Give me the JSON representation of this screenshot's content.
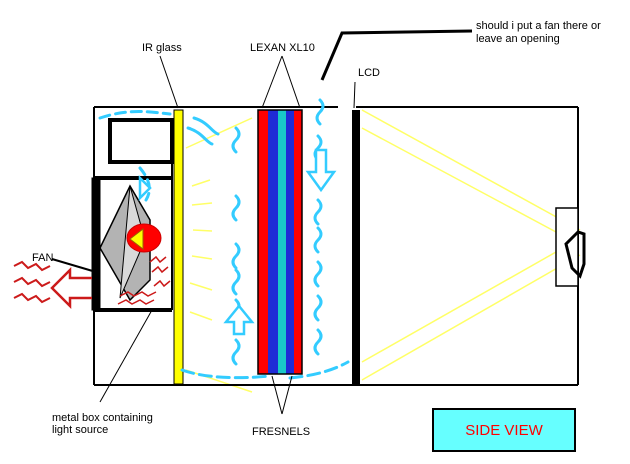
{
  "labels": {
    "fan_question_line1": "should i put a fan there or",
    "fan_question_line2": "leave an opening",
    "ir_glass": "IR glass",
    "lexan": "LEXAN XL10",
    "lcd": "LCD",
    "fan": "FAN",
    "metal_box_line1": "metal box containing",
    "metal_box_line2": "light source",
    "fresnels": "FRESNELS",
    "side_view": "SIDE VIEW"
  },
  "colors": {
    "outline": "#000000",
    "ir_glass": "#ffff00",
    "lexan_red": "#ff0000",
    "lexan_blue": "#1f2bd6",
    "lexan_cyan": "#19c8c8",
    "airflow": "#33ccff",
    "heat": "#cc1a1a",
    "light_rays": "#ffff66",
    "reflector": "#b3b3b3",
    "bulb": "#ff0000",
    "side_view_bg": "#66ffff",
    "side_view_text": "#ff0000"
  },
  "icons": [
    "airflow-arrow-icon",
    "heat-wave-icon",
    "fan-exhaust-arrow-icon",
    "lamp-bulb-icon"
  ]
}
